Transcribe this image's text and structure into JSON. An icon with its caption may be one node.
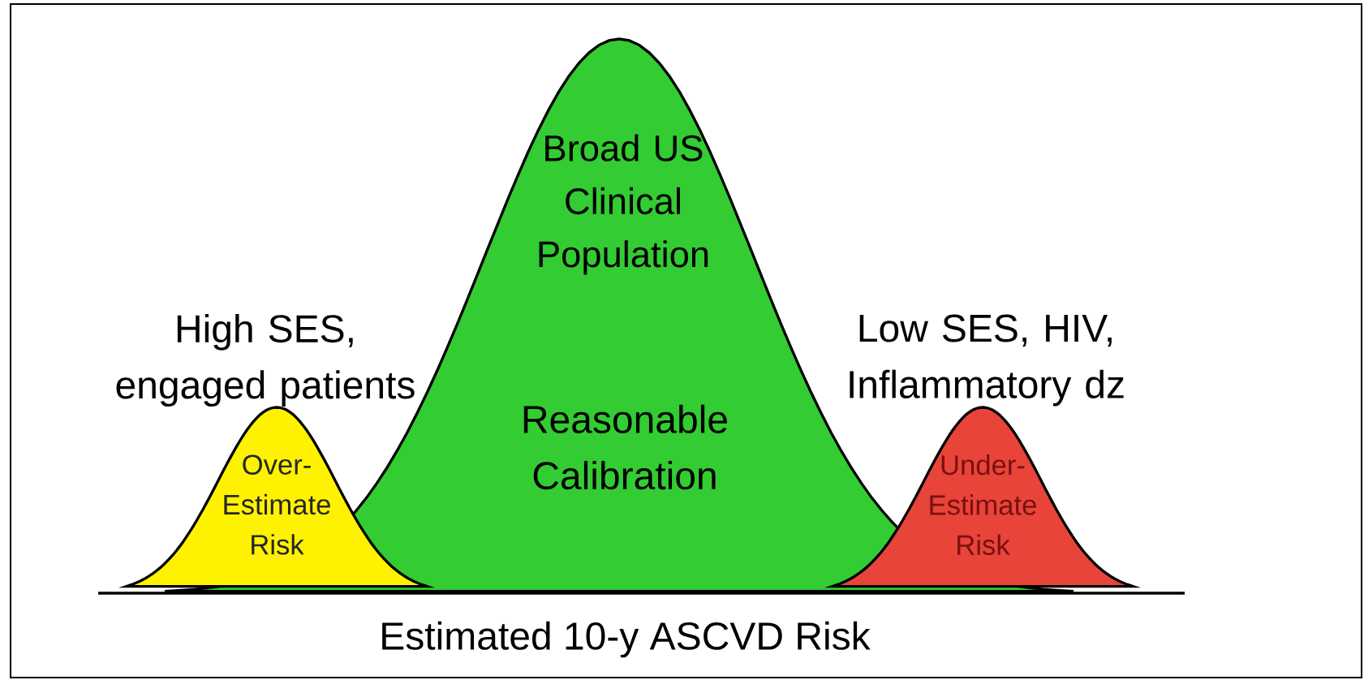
{
  "diagram": {
    "nodes": [
      {
        "text": [
          "Broad US Clinical Population",
          "Reasonable Calibration"
        ]
      },
      {
        "text": [
          "High SES, engaged patients",
          "Over- Estimate Risk"
        ]
      },
      {
        "text": [
          "Low SES, HIV, Inflammatory dz",
          "Under- Estimate Risk"
        ]
      }
    ],
    "labels": [
      "Estimated 10-y ASCVD Risk"
    ]
  }
}
